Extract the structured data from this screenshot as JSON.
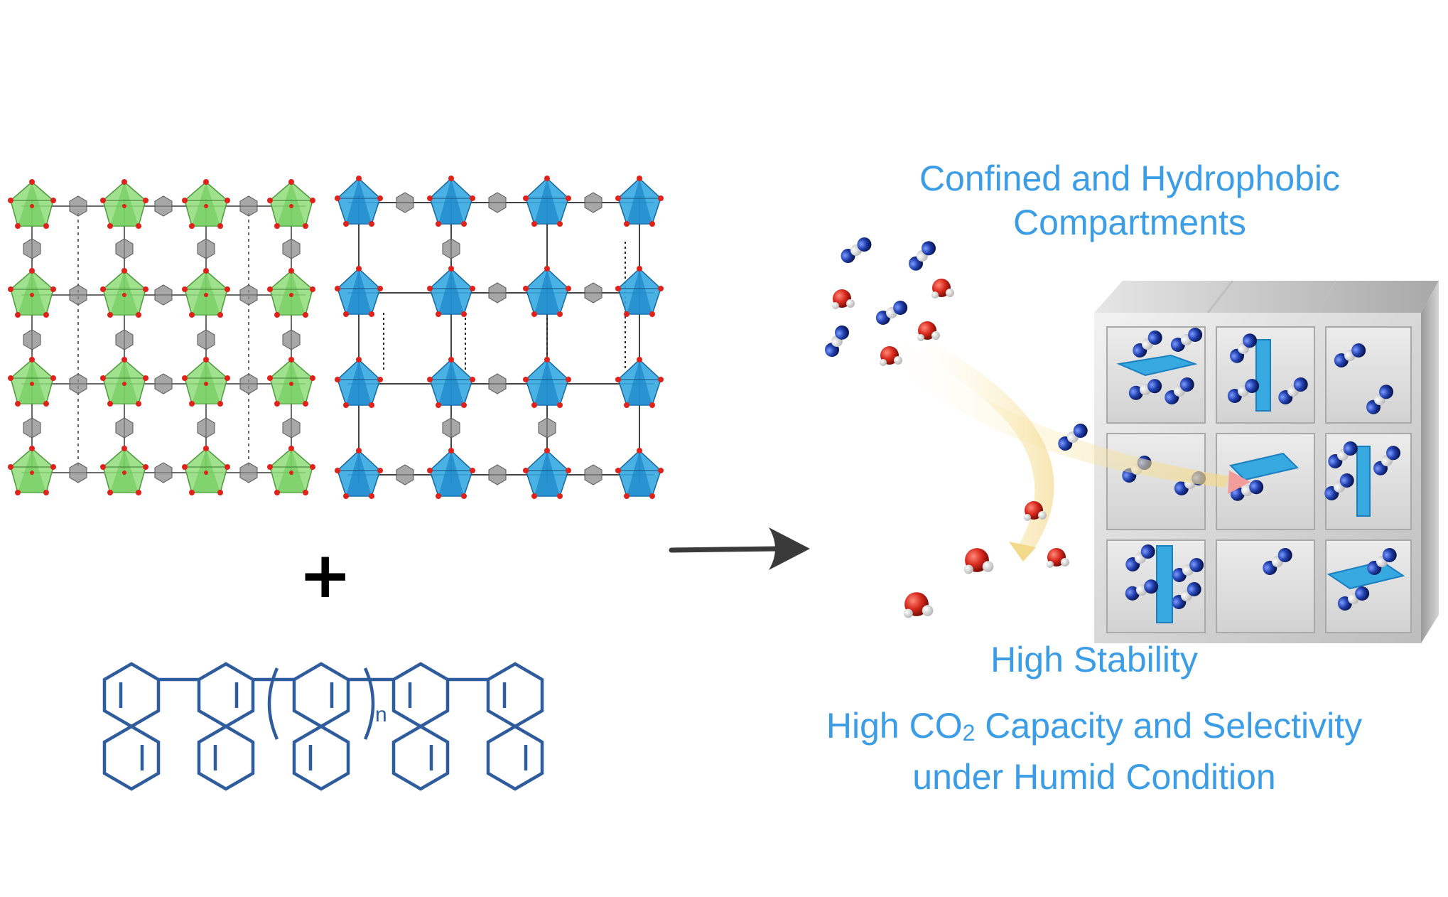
{
  "labels": {
    "compartments_line1": "Confined and Hydrophobic",
    "compartments_line2": "Compartments",
    "stability": "High Stability",
    "capacity_prefix": "High CO",
    "capacity_subscript": "2",
    "capacity_suffix": " Capacity and Selectivity",
    "condition": "under Humid Condition",
    "plus_sign": "+",
    "repeat_index": "n"
  },
  "colors": {
    "label_blue": "#3b9de6",
    "polymer_blue": "#2e5c9c",
    "framework_green": "#8fdc7a",
    "framework_blue": "#36a9e1",
    "oxygen_red": "#d8281c",
    "nitrogen_blue": "#1f3fae",
    "arrow_yellow": "#f3d98a",
    "box_gray": "#c9c9c9"
  }
}
